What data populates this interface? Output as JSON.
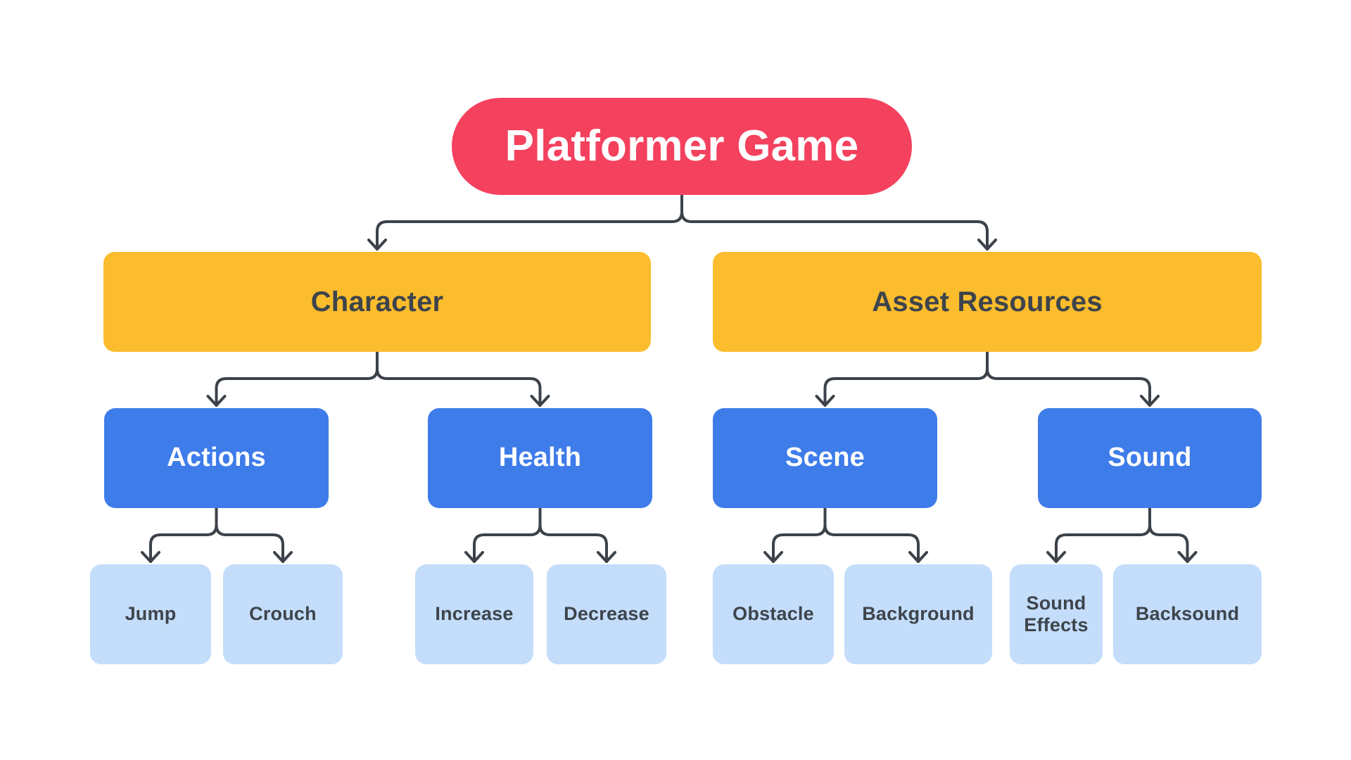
{
  "diagram": {
    "title": "Platformer Game",
    "nodes": {
      "root": {
        "label": "Platformer Game"
      },
      "character": {
        "label": "Character"
      },
      "asset_resources": {
        "label": "Asset Resources"
      },
      "actions": {
        "label": "Actions"
      },
      "health": {
        "label": "Health"
      },
      "scene": {
        "label": "Scene"
      },
      "sound": {
        "label": "Sound"
      },
      "jump": {
        "label": "Jump"
      },
      "crouch": {
        "label": "Crouch"
      },
      "increase": {
        "label": "Increase"
      },
      "decrease": {
        "label": "Decrease"
      },
      "obstacle": {
        "label": "Obstacle"
      },
      "background": {
        "label": "Background"
      },
      "sound_effects": {
        "label": "Sound Effects"
      },
      "backsound": {
        "label": "Backsound"
      }
    },
    "edges": [
      {
        "from": "root",
        "to": [
          "character",
          "asset_resources"
        ]
      },
      {
        "from": "character",
        "to": [
          "actions",
          "health"
        ]
      },
      {
        "from": "asset_resources",
        "to": [
          "scene",
          "sound"
        ]
      },
      {
        "from": "actions",
        "to": [
          "jump",
          "crouch"
        ]
      },
      {
        "from": "health",
        "to": [
          "increase",
          "decrease"
        ]
      },
      {
        "from": "scene",
        "to": [
          "obstacle",
          "background"
        ]
      },
      {
        "from": "sound",
        "to": [
          "sound_effects",
          "backsound"
        ]
      }
    ],
    "colors": {
      "background": "#FFFFFF",
      "root_fill": "#F4415E",
      "level2_fill": "#FBBD2D",
      "level3_fill": "#3E7CEA",
      "level4_fill": "#C3DDFB",
      "connector": "#3C4249",
      "text_dark": "#3E444B",
      "text_light": "#FFFFFF"
    }
  }
}
